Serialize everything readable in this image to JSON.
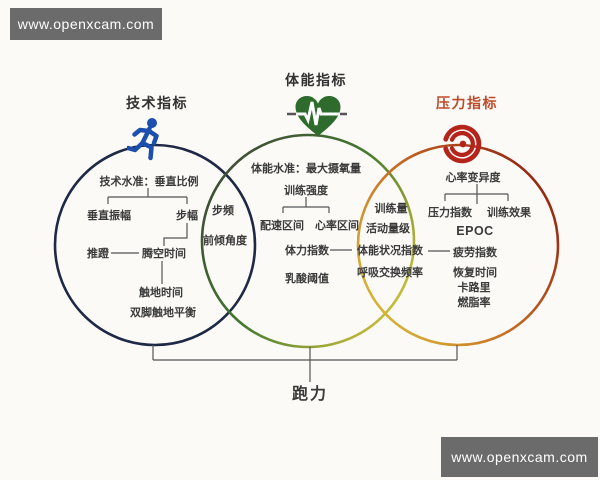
{
  "watermark": {
    "text": "www.openxcam.com"
  },
  "colors": {
    "background": "#fbfaf7",
    "text": "#3a3a3a",
    "line": "#555555",
    "watermark_bg": "#6b6b6b",
    "watermark_text": "#ffffff",
    "tech_circle": "#1e2945",
    "fitness_gradient": [
      "#3c3f38",
      "#42792f",
      "#c9bd3a"
    ],
    "stress_gradient": [
      "#d8c23b",
      "#c96f25",
      "#8c1d12"
    ],
    "tech_title": "#323232",
    "fitness_title": "#323232",
    "stress_title": "#bf4a2b",
    "runner_icon": "#1c4fae",
    "heart_icon": "#2e6b2c",
    "ecg_line": "#ffffff",
    "spiral_icon": "#b5241a"
  },
  "tech": {
    "title": "技术指标",
    "root": "技术水准：垂直比例",
    "vertical_oscillation": "垂直振幅",
    "stride_length": "步幅",
    "push_off": "推蹬",
    "flight_time": "腾空时间",
    "ground_contact_time": "触地时间",
    "foot_balance": "双脚触地平衡"
  },
  "tech_fitness_shared": {
    "cadence": "步频",
    "lean_angle": "前倾角度"
  },
  "fitness": {
    "title": "体能指标",
    "root": "体能水准：最大摄氧量",
    "training_intensity": "训练强度",
    "pace_zone": "配速区间",
    "hr_zone": "心率区间",
    "stamina_index": "体力指数",
    "lactate_threshold": "乳酸阈值"
  },
  "fitness_stress_shared": {
    "training_load": "训练量",
    "activity_level": "活动量级",
    "condition_index": "体能状况指数",
    "resp_exchange_rate": "呼吸交换频率"
  },
  "stress": {
    "title": "压力指标",
    "hrv": "心率变异度",
    "stress_index": "压力指数",
    "training_effect": "训练效果",
    "epoc": "EPOC",
    "fatigue_index": "疲劳指数",
    "recovery_time": "恢复时间",
    "calories": "卡路里",
    "fat_burn_rate": "燃脂率"
  },
  "bottom": {
    "label": "跑力"
  }
}
